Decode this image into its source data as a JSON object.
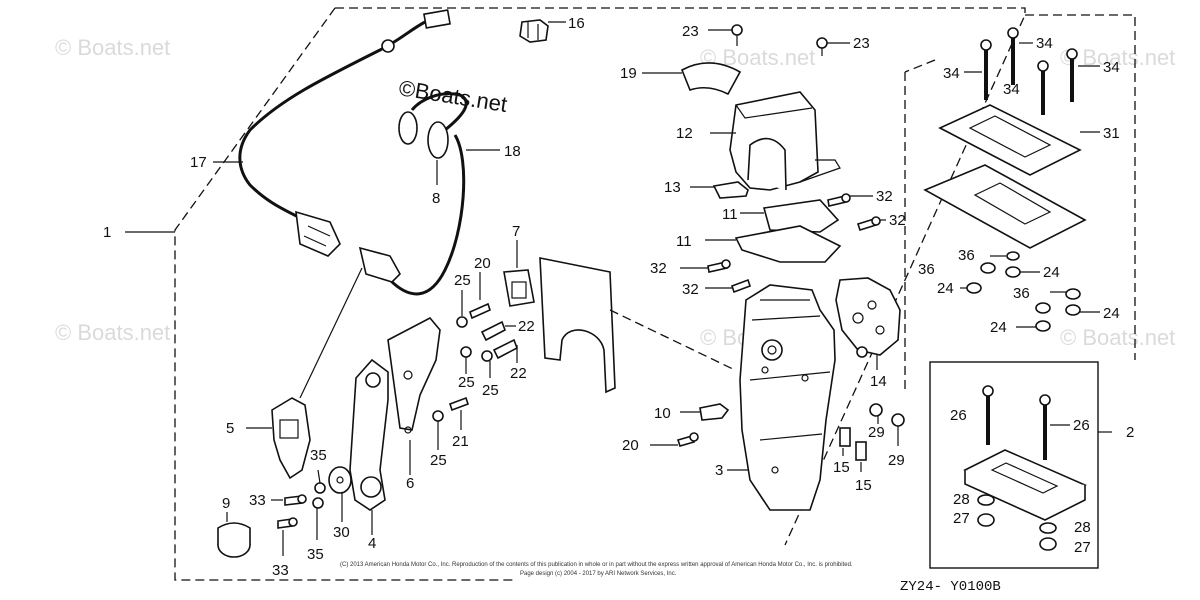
{
  "watermark": {
    "main": "©Boats.net",
    "faint": "© Boats.net"
  },
  "diagram_code": "ZY24-  Y0100B",
  "copyright": {
    "line1": "(C) 2013 American Honda Motor Co., Inc. Reproduction of the contents of this publication in whole or in part without the express written approval of American Honda Motor Co., Inc. is prohibited.",
    "line2": "Page design (c) 2004 - 2017 by ARI Network Services, Inc."
  },
  "callouts": [
    "1",
    "2",
    "3",
    "4",
    "5",
    "6",
    "7",
    "8",
    "9",
    "10",
    "11",
    "11",
    "12",
    "13",
    "14",
    "15",
    "15",
    "16",
    "17",
    "18",
    "19",
    "20",
    "20",
    "21",
    "22",
    "22",
    "23",
    "23",
    "24",
    "24",
    "24",
    "24",
    "25",
    "25",
    "25",
    "25",
    "26",
    "26",
    "27",
    "27",
    "28",
    "28",
    "29",
    "29",
    "30",
    "31",
    "32",
    "32",
    "32",
    "32",
    "33",
    "33",
    "34",
    "34",
    "34",
    "34",
    "35",
    "35",
    "36",
    "36",
    "36"
  ]
}
